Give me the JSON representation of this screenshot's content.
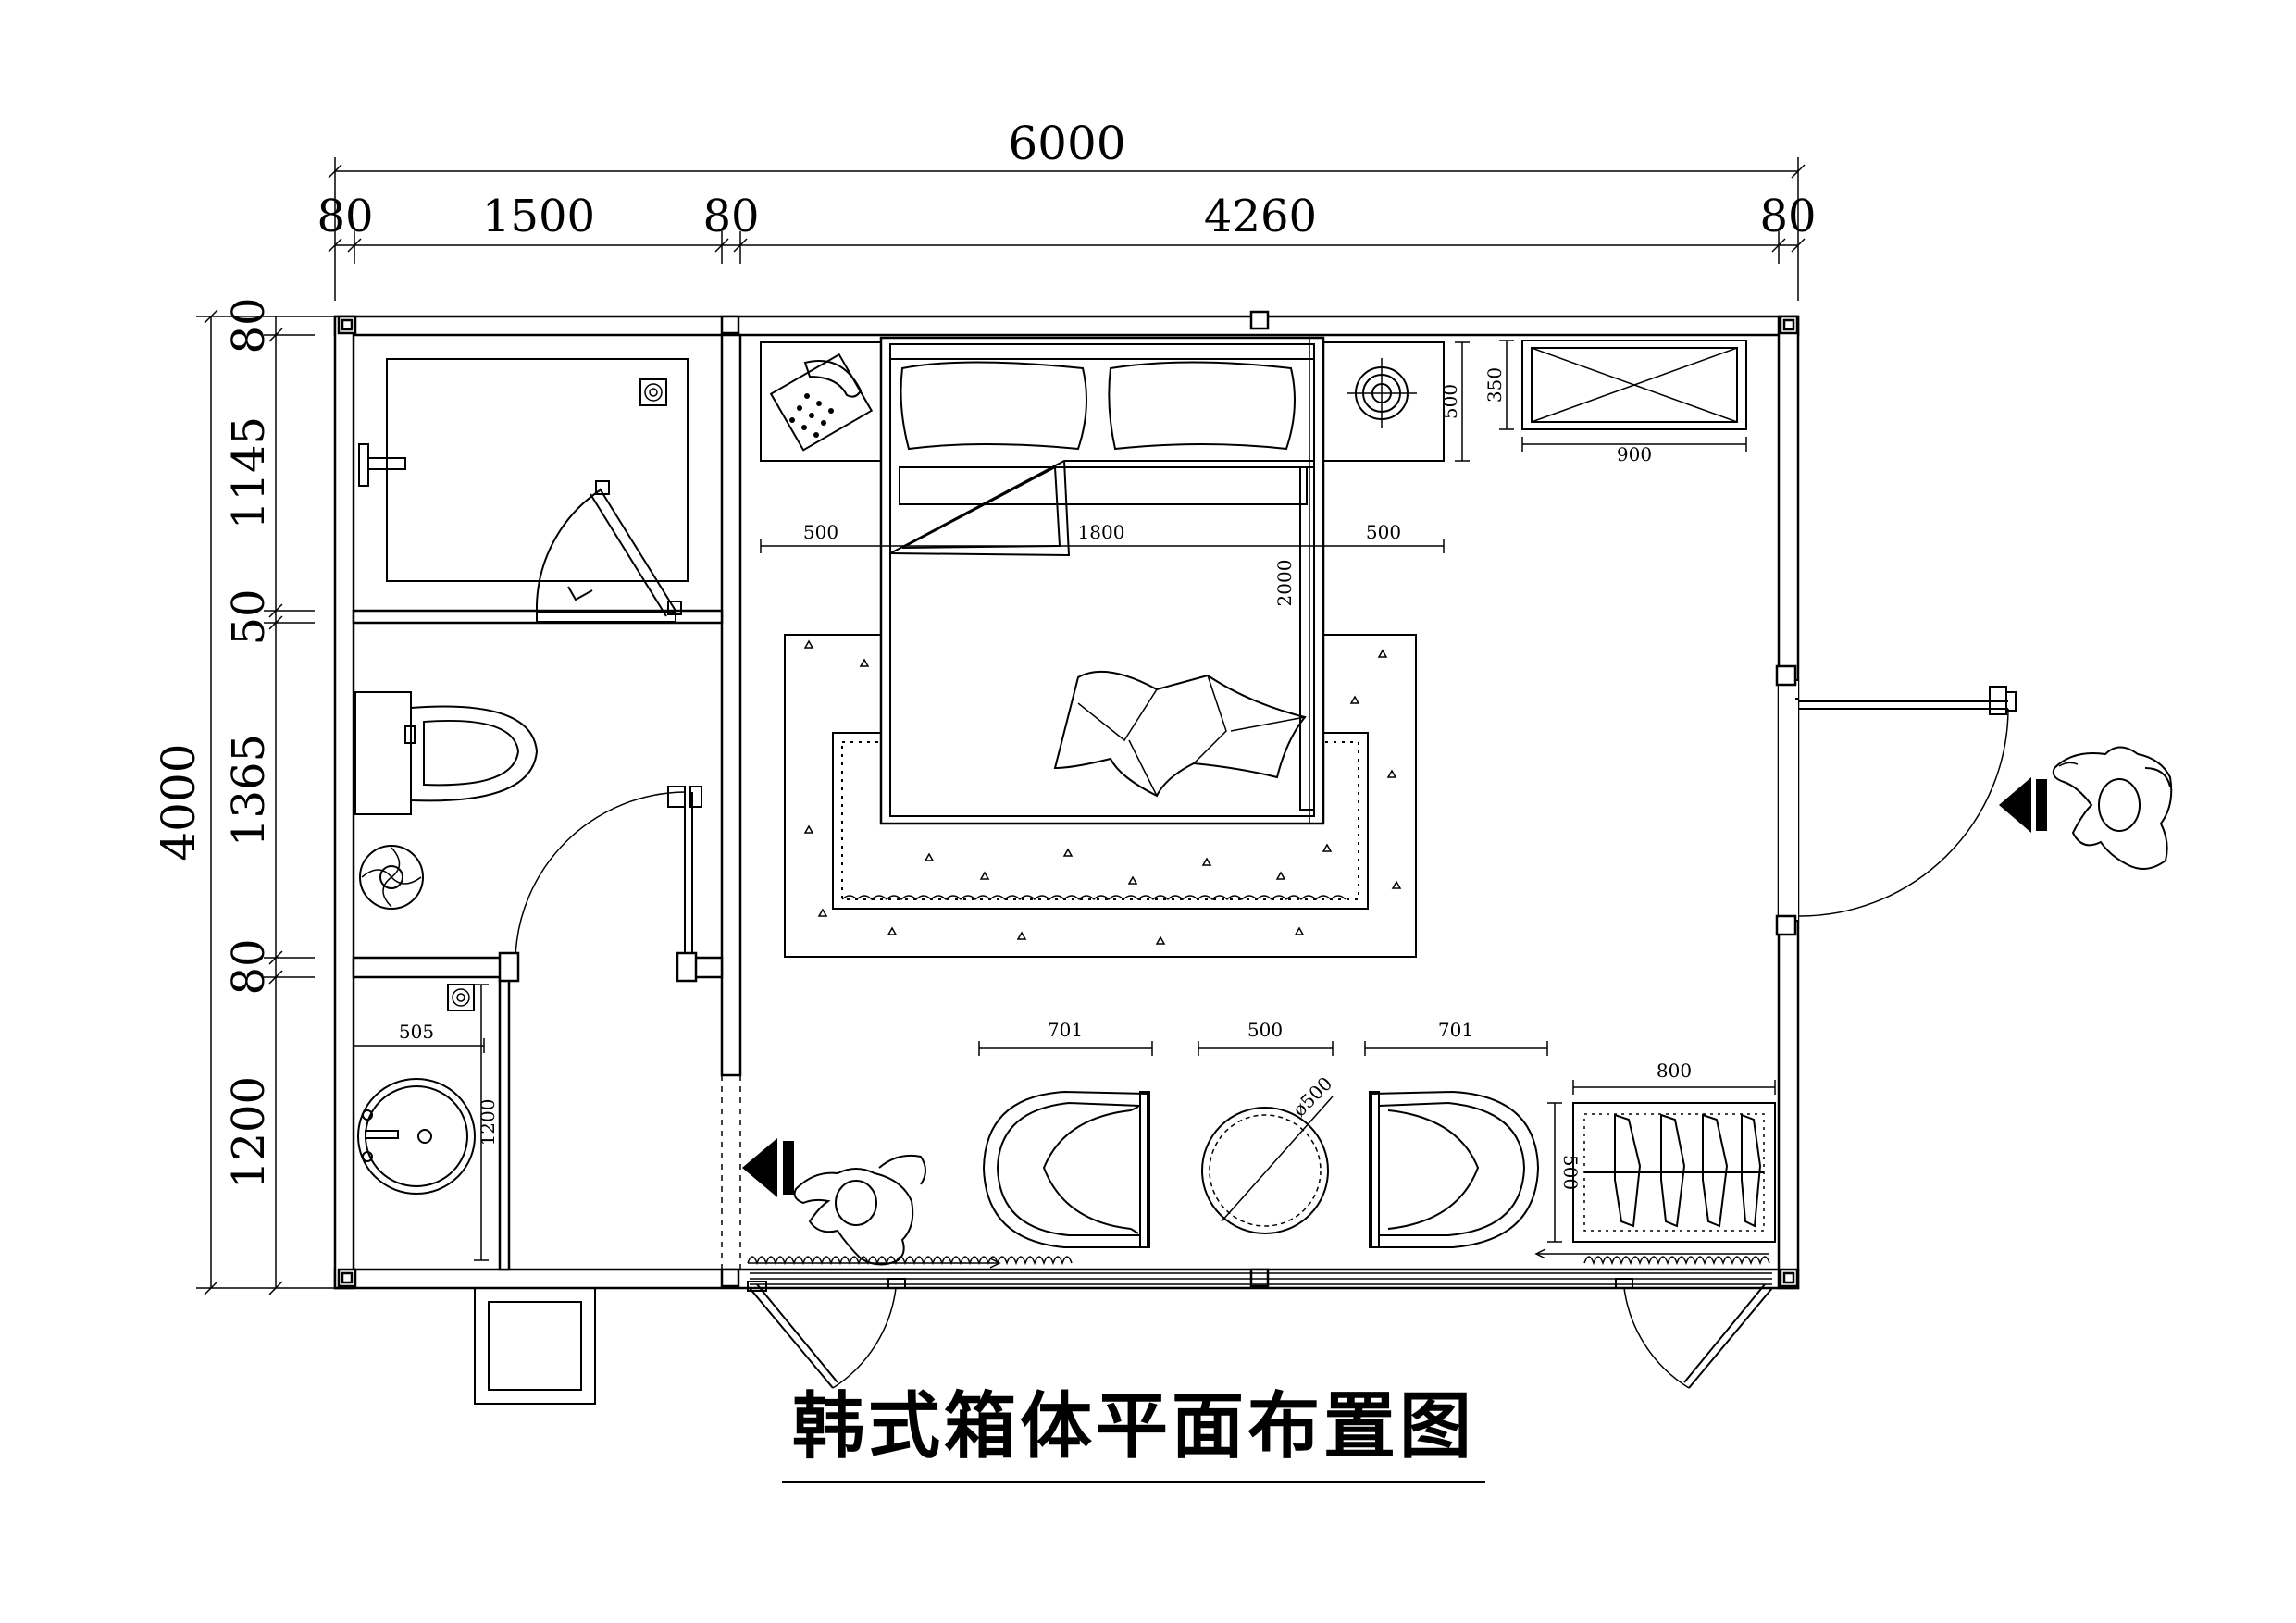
{
  "title": "韩式箱体平面布置图",
  "dims": {
    "total_width": "6000",
    "top_80_left": "80",
    "top_1500": "1500",
    "top_80_mid": "80",
    "top_4260": "4260",
    "top_80_right": "80",
    "total_height": "4000",
    "left_80_top": "80",
    "left_1145": "1145",
    "left_50": "50",
    "left_1365": "1365",
    "left_80_mid": "80",
    "left_1200": "1200",
    "sink_width": "505",
    "sink_depth": "1200",
    "bed_side_left": "500",
    "bed_width": "1800",
    "bed_side_right": "500",
    "bed_length": "2000",
    "nightstand_depth": "500",
    "tv_depth": "350",
    "tv_width": "900",
    "chair_left": "701",
    "table_gap": "500",
    "chair_right": "701",
    "table_dia": "ø500",
    "rack_width": "800",
    "rack_depth": "500"
  }
}
